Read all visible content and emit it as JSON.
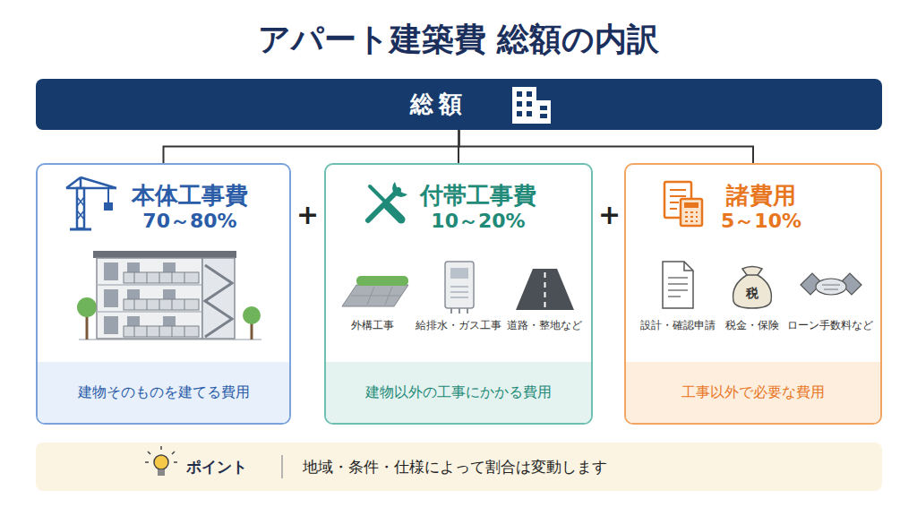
{
  "diagram": {
    "title": "アパート建築費 総額の内訳",
    "nodes": [
      {
        "text": [
          "総額"
        ]
      },
      {
        "text": [
          "本体工事費",
          "70～80%",
          "建物そのものを建てる費用"
        ]
      },
      {
        "text": [
          "付帯工事費",
          "10～20%",
          "外構工事",
          "給排水・ガス工事",
          "道路・整地など",
          "建物以外の工事にかかる費用"
        ]
      },
      {
        "text": [
          "諸費用",
          "5～10%",
          "設計・確認申請",
          "税金・保険",
          "ローン手数料など",
          "工事以外で必要な費用"
        ]
      },
      {
        "text": [
          "ポイント",
          "地域・条件・仕様によって割合は変動します"
        ]
      }
    ],
    "edges": [
      {
        "from": 0,
        "to": 1,
        "arrow": "none"
      },
      {
        "from": 0,
        "to": 2,
        "arrow": "none"
      },
      {
        "from": 0,
        "to": 3,
        "arrow": "none"
      }
    ],
    "labels": [
      "+",
      "+",
      "税"
    ]
  }
}
